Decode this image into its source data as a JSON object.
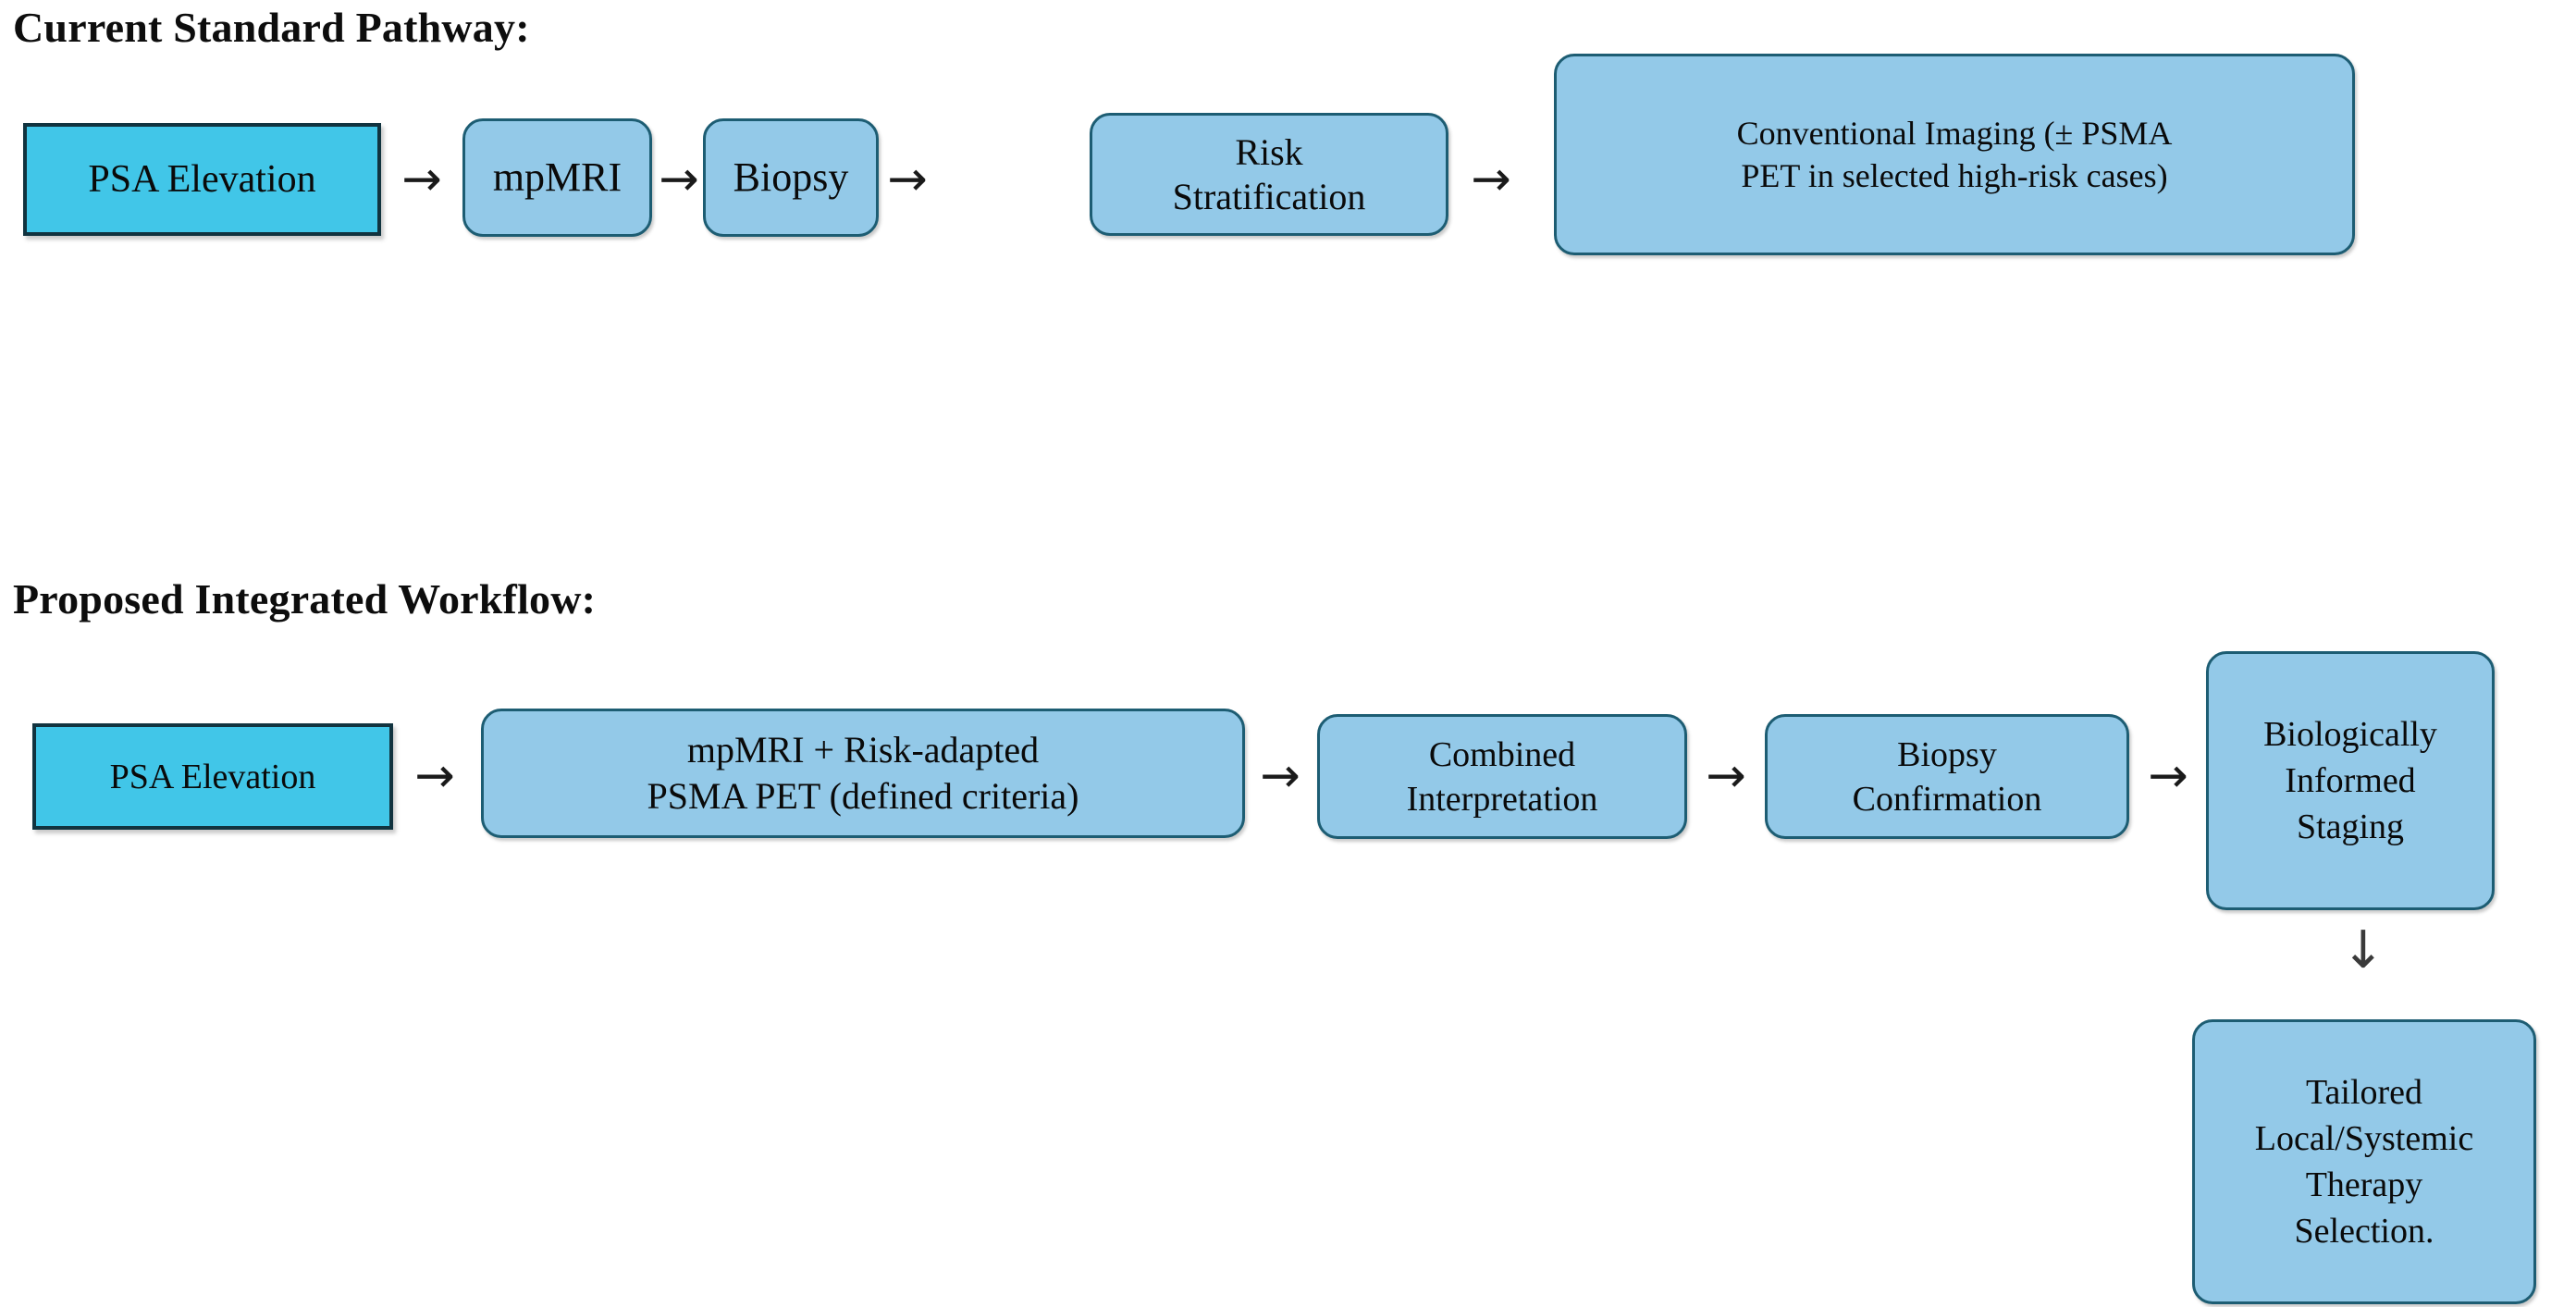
{
  "figure": {
    "title_current": "Current Standard Pathway:",
    "title_proposed": "Proposed Integrated Workflow:",
    "arrow_right_glyph": "→",
    "arrow_down_glyph": "↓",
    "colors": {
      "start_node_fill": "#41c6e8",
      "start_node_border": "#11333f",
      "node_fill": "#93c9e8",
      "node_border": "#1d5d73",
      "text": "#0a0a0a",
      "background": "#ffffff"
    }
  },
  "current_pathway": {
    "heading": "Current Standard Pathway:",
    "nodes": [
      {
        "id": "psa-elevation",
        "label": "PSA Elevation",
        "type": "start"
      },
      {
        "id": "mpmri",
        "label": "mpMRI",
        "type": "step"
      },
      {
        "id": "biopsy",
        "label": "Biopsy",
        "type": "step"
      },
      {
        "id": "risk-stratification",
        "label": "Risk\nStratification",
        "type": "step"
      },
      {
        "id": "conventional-imaging",
        "label": "Conventional Imaging (± PSMA\nPET in selected high-risk cases)",
        "type": "step"
      }
    ]
  },
  "proposed_workflow": {
    "heading": "Proposed Integrated Workflow:",
    "nodes": [
      {
        "id": "psa-elevation",
        "label": "PSA Elevation",
        "type": "start"
      },
      {
        "id": "mpmri-psma-pet",
        "label": "mpMRI + Risk-adapted\nPSMA PET (defined criteria)",
        "type": "step"
      },
      {
        "id": "combined-interpretation",
        "label": "Combined\nInterpretation",
        "type": "step"
      },
      {
        "id": "biopsy-confirmation",
        "label": "Biopsy\nConfirmation",
        "type": "step"
      },
      {
        "id": "biologically-informed-staging",
        "label": "Biologically\nInformed\nStaging",
        "type": "step"
      },
      {
        "id": "tailored-therapy-selection",
        "label": "Tailored\nLocal/Systemic\nTherapy\nSelection.",
        "type": "step"
      }
    ]
  }
}
